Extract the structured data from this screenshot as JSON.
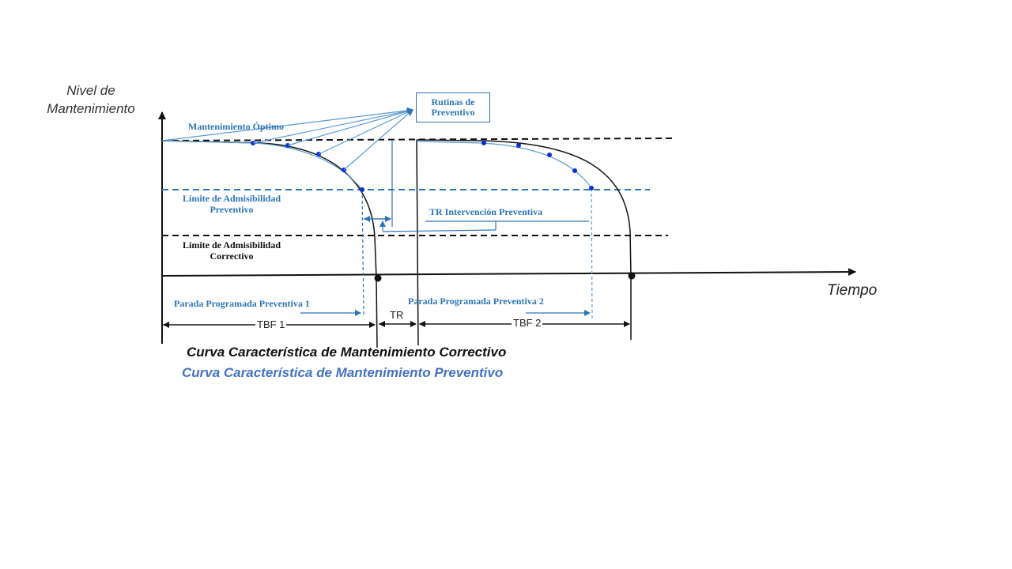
{
  "diagram": {
    "y_axis_label_line1": "Nivel de",
    "y_axis_label_line2": "Mantenimiento",
    "x_axis_label": "Tiempo",
    "routines_box_line1": "Rutinas de",
    "routines_box_line2": "Preventivo",
    "optimal_label": "Mantenimiento Óptimo",
    "prev_limit_line1": "Límite de Admisibilidad",
    "prev_limit_line2": "Preventivo",
    "corr_limit_line1": "Límite de Admisibilidad",
    "corr_limit_line2": "Correctivo",
    "tr_intervention_label": "TR Intervención Preventiva",
    "stop1_label": "Parada Programada Preventiva 1",
    "stop2_label": "Parada Programada Preventiva 2",
    "tbf1_label": "TBF 1",
    "tr_label": "TR",
    "tbf2_label": "TBF 2",
    "legend_corrective": "Curva Característica de Mantenimiento Correctivo",
    "legend_preventive": "Curva Característica de Mantenimiento Preventivo"
  },
  "colors": {
    "corrective": "#111111",
    "preventive": "#2e75b6",
    "legend_preventive": "#4472c4",
    "dots": "#0b2fd6"
  }
}
